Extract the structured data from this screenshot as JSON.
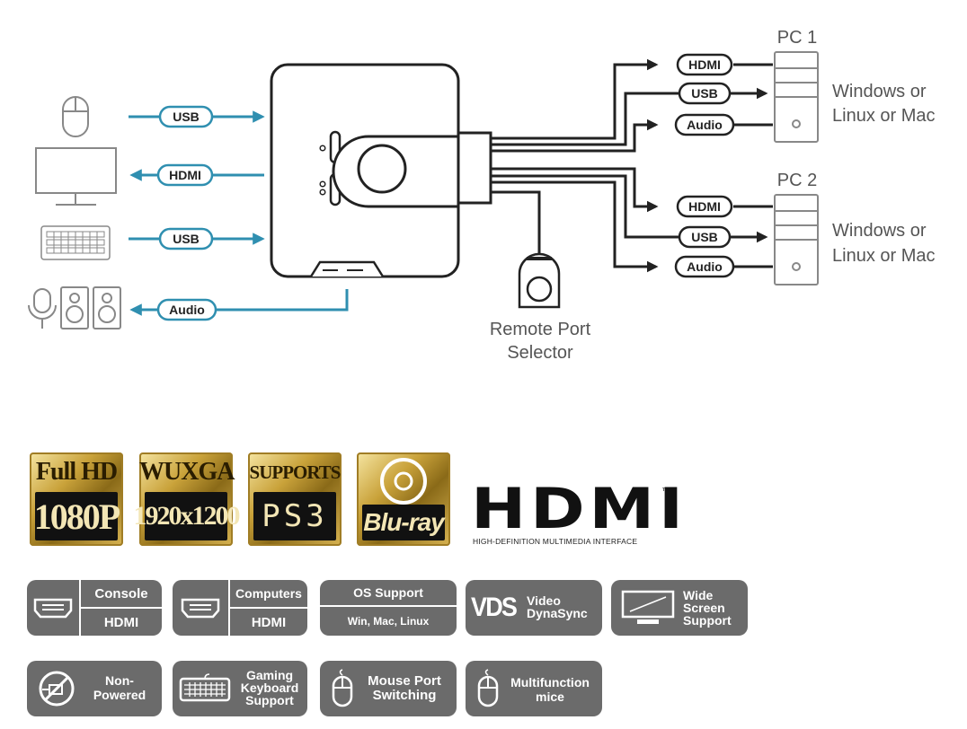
{
  "diagram": {
    "left_ports": [
      {
        "label": "USB",
        "direction": "to-switch",
        "device": "mouse-icon"
      },
      {
        "label": "HDMI",
        "direction": "to-device",
        "device": "monitor-icon"
      },
      {
        "label": "USB",
        "direction": "to-switch",
        "device": "keyboard-icon"
      },
      {
        "label": "Audio",
        "direction": "to-device",
        "device": "speakers-mic-icon"
      }
    ],
    "pc1": {
      "title": "PC 1",
      "os_line1": "Windows or",
      "os_line2": "Linux or Mac",
      "cables": [
        "HDMI",
        "USB",
        "Audio"
      ]
    },
    "pc2": {
      "title": "PC 2",
      "os_line1": "Windows or",
      "os_line2": "Linux or Mac",
      "cables": [
        "HDMI",
        "USB",
        "Audio"
      ]
    },
    "remote_line1": "Remote Port",
    "remote_line2": "Selector",
    "colors": {
      "accent_arrow": "#2f8fb0",
      "cable": "#222222",
      "outline": "#888888"
    }
  },
  "badges": [
    {
      "top": "Full HD",
      "bottom": "1080P"
    },
    {
      "top": "WUXGA",
      "bottom": "1920x1200"
    },
    {
      "top": "SUPPORTS",
      "bottom": "PS3"
    },
    {
      "top": "",
      "bottom": "Blu-ray"
    }
  ],
  "hdmi_logo": {
    "text": "HDMI",
    "tm": "™",
    "tagline": "HIGH-DEFINITION MULTIMEDIA INTERFACE"
  },
  "features": [
    {
      "top": "Console",
      "bottom": "HDMI",
      "icon": "hdmi-port-icon"
    },
    {
      "top": "Computers",
      "bottom": "HDMI",
      "icon": "hdmi-port-icon"
    },
    {
      "top": "OS Support",
      "bottom": "Win, Mac, Linux"
    },
    {
      "logo": "VDS",
      "line1": "Video",
      "line2": "DynaSync"
    },
    {
      "line1": "Wide",
      "line2": "Screen",
      "line3": "Support",
      "icon": "widescreen-icon"
    },
    {
      "line1": "Non-",
      "line2": "Powered",
      "icon": "no-power-icon"
    },
    {
      "line1": "Gaming",
      "line2": "Keyboard",
      "line3": "Support",
      "icon": "keyboard-icon"
    },
    {
      "line1": "Mouse Port",
      "line2": "Switching",
      "icon": "mouse-icon"
    },
    {
      "line1": "Multifunction",
      "line2": "mice",
      "icon": "mouse-icon"
    }
  ]
}
